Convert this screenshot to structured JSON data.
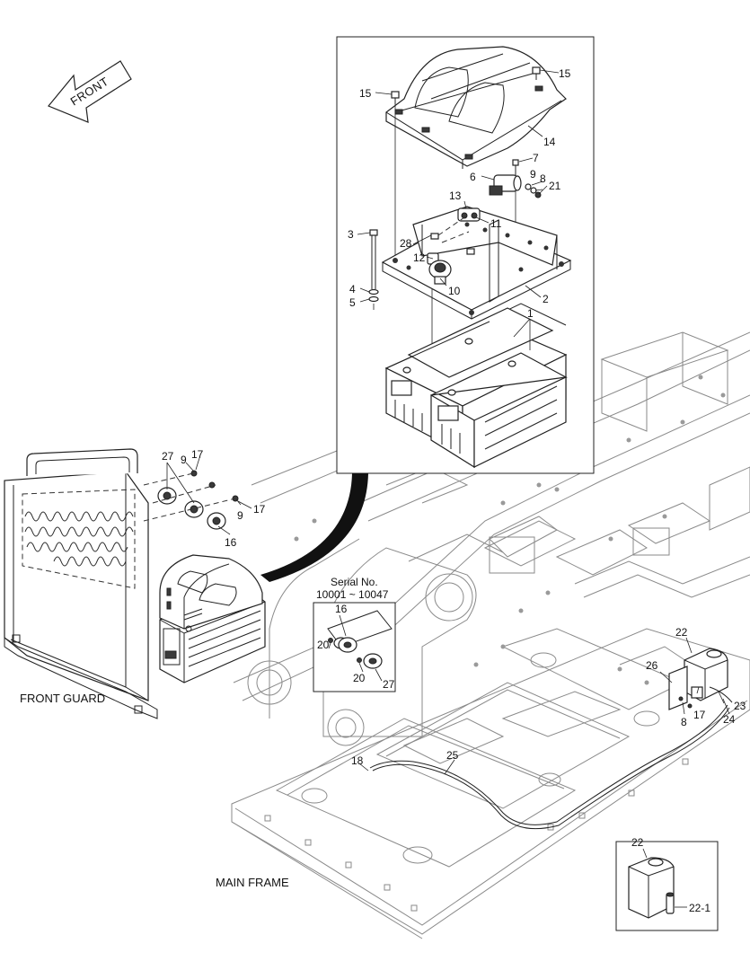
{
  "front_arrow": {
    "text": "FRONT"
  },
  "captions": {
    "front_guard": "FRONT GUARD",
    "main_frame": "MAIN FRAME",
    "serial_line1": "Serial No.",
    "serial_line2": "10001 ~ 10047"
  },
  "callouts": {
    "c15a": "15",
    "c15b": "15",
    "c14": "14",
    "c7": "7",
    "c6": "6",
    "c9": "9",
    "c8": "8",
    "c21": "21",
    "c13": "13",
    "c11": "11",
    "c3": "3",
    "c28": "28",
    "c12": "12",
    "c4": "4",
    "c5": "5",
    "c10": "10",
    "c2": "2",
    "c1": "1",
    "l27": "27",
    "l9a": "9",
    "l17a": "17",
    "l9b": "9",
    "l17b": "17",
    "l16": "16",
    "s16": "16",
    "s20a": "20",
    "s20b": "20",
    "s27": "27",
    "w22": "22",
    "w26": "26",
    "w8": "8",
    "w17": "17",
    "w23": "23",
    "w24": "24",
    "c18": "18",
    "c25": "25",
    "d22": "22",
    "d22_1": "22-1"
  }
}
